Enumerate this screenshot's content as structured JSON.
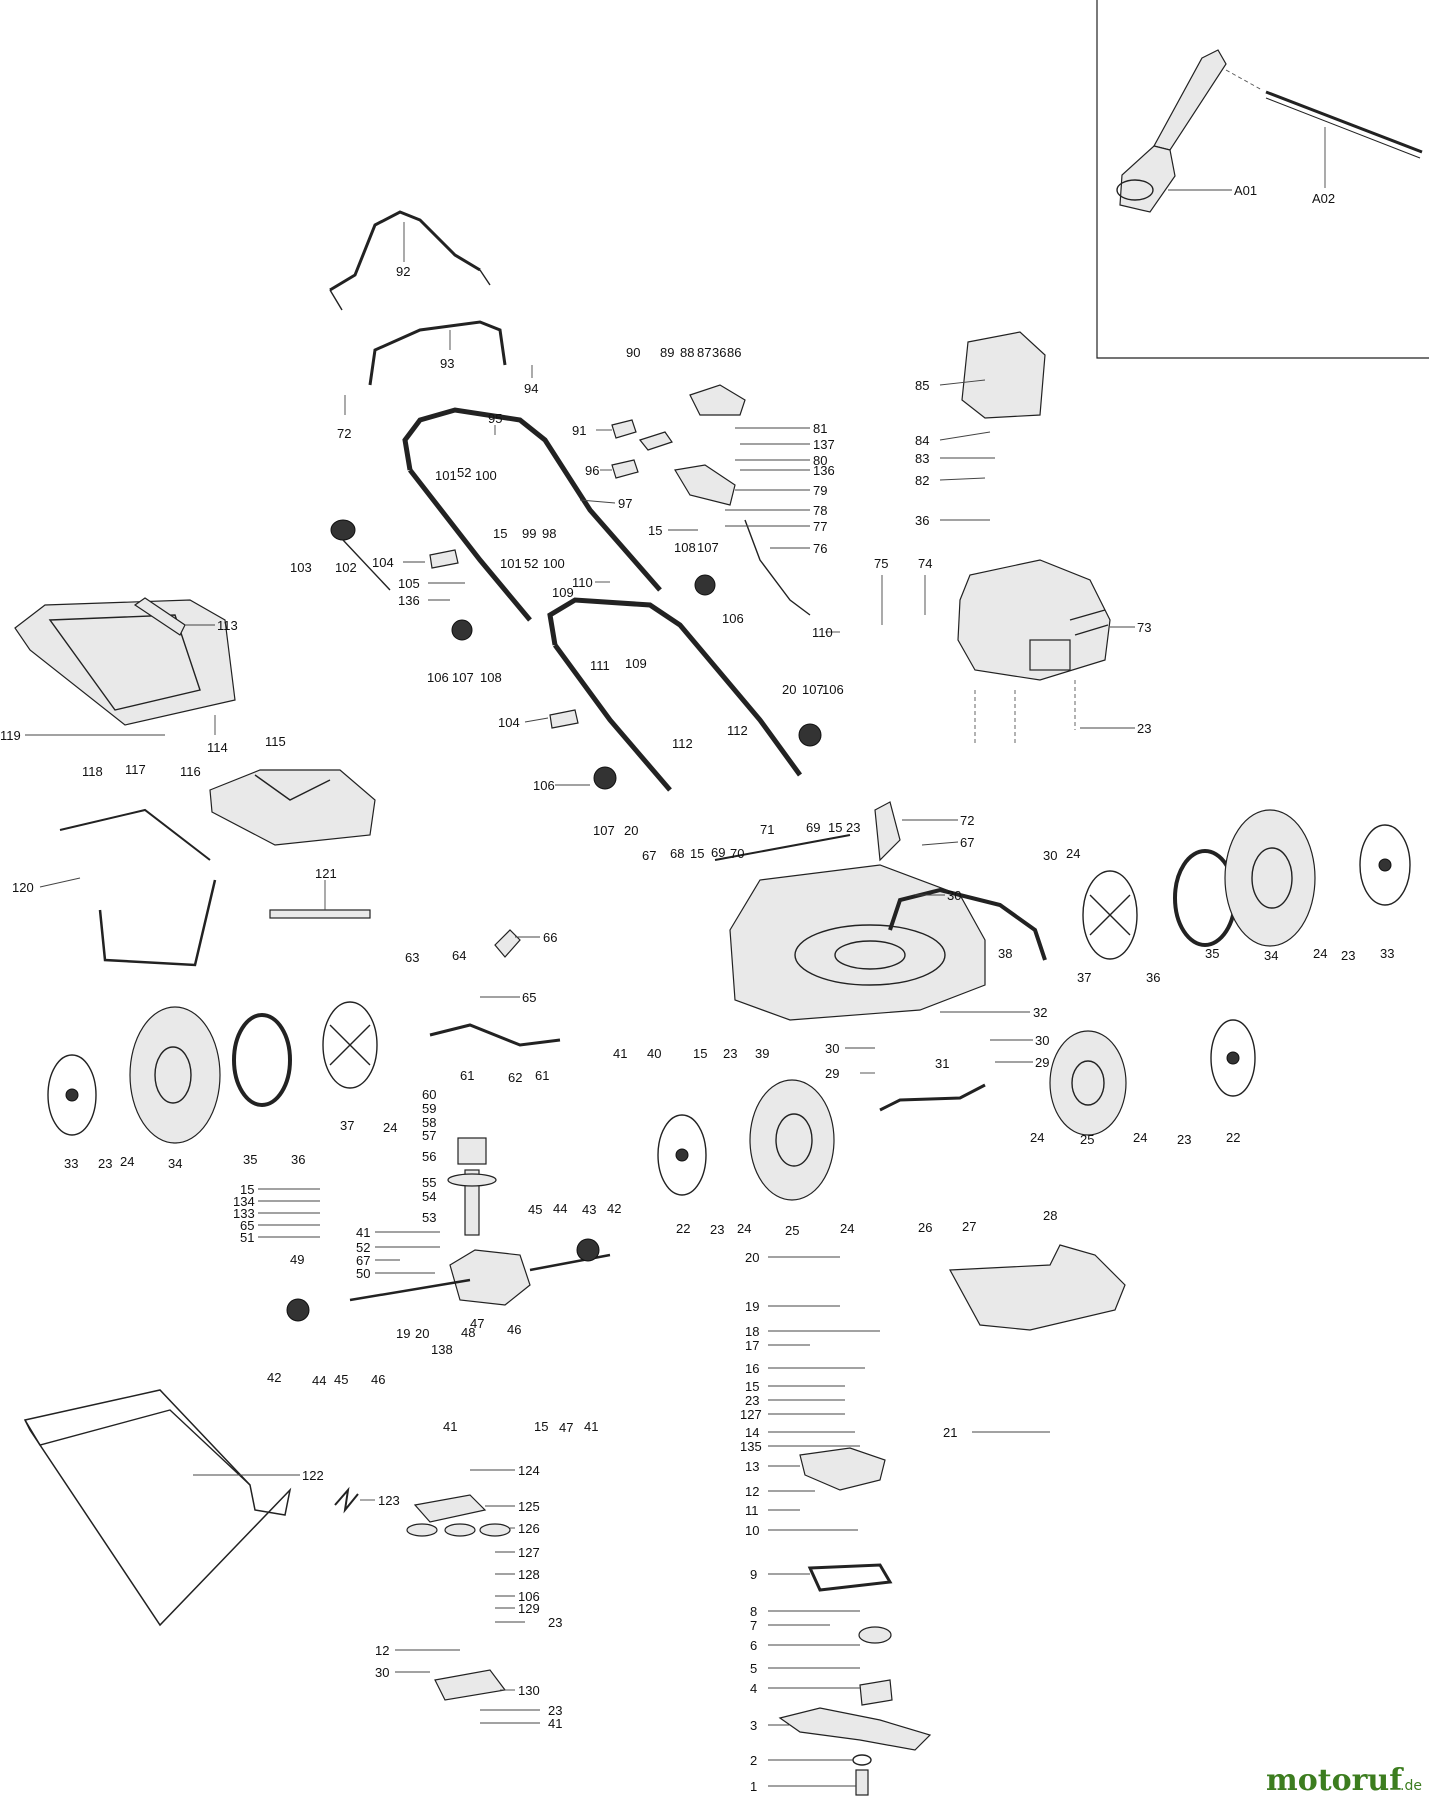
{
  "brand": {
    "name": "motoruf",
    "suffix": ".de",
    "color": "#3c7d1f"
  },
  "inset": {
    "label_a01": "A01",
    "label_a02": "A02"
  },
  "labels": {
    "l1": "92",
    "l2": "93",
    "l3": "94",
    "l4": "72",
    "l5": "95",
    "l6": "101",
    "l7": "52",
    "l8": "100",
    "l9": "15",
    "l10": "99",
    "l11": "98",
    "l12": "97",
    "l13": "103",
    "l14": "102",
    "l15": "104",
    "l16": "105",
    "l17": "136",
    "l18": "101",
    "l19": "52",
    "l20": "100",
    "l21": "109",
    "l22": "110",
    "l23": "106",
    "l24": "107",
    "l25": "108",
    "l26": "90",
    "l27": "89",
    "l28": "88",
    "l29": "87",
    "l30": "36",
    "l31": "86",
    "l32": "91",
    "l33": "81",
    "l34": "137",
    "l35": "80",
    "l36": "96",
    "l37": "136",
    "l38": "79",
    "l39": "78",
    "l40": "15",
    "l41": "77",
    "l42": "76",
    "l43": "108",
    "l44": "107",
    "l45": "110",
    "l46": "106",
    "l47": "85",
    "l48": "84",
    "l49": "83",
    "l50": "82",
    "l51": "36",
    "l52": "75",
    "l53": "74",
    "l54": "73",
    "l55": "110",
    "l56": "23",
    "l57": "113",
    "l58": "114",
    "l59": "119",
    "l60": "118",
    "l61": "117",
    "l62": "116",
    "l63": "120",
    "l64": "115",
    "l65": "121",
    "l66": "111",
    "l67": "109",
    "l68": "104",
    "l69": "112",
    "l70": "112",
    "l71": "20",
    "l72": "107",
    "l73": "106",
    "l74": "106",
    "l75": "107",
    "l76": "20",
    "l77": "71",
    "l78": "69",
    "l79": "15",
    "l80": "23",
    "l81": "72",
    "l82": "67",
    "l83": "67",
    "l84": "68",
    "l85": "15",
    "l86": "69",
    "l87": "70",
    "l88": "30",
    "l89": "30",
    "l90": "24",
    "l91": "38",
    "l92": "37",
    "l93": "36",
    "l94": "35",
    "l95": "34",
    "l96": "24",
    "l97": "23",
    "l98": "33",
    "l99": "63",
    "l100": "64",
    "l101": "66",
    "l102": "65",
    "l103": "41",
    "l104": "40",
    "l105": "15",
    "l106": "23",
    "l107": "39",
    "l108": "32",
    "l109": "61",
    "l110": "62",
    "l111": "61",
    "l112": "33",
    "l113": "23",
    "l114": "24",
    "l115": "34",
    "l116": "35",
    "l117": "36",
    "l118": "37",
    "l119": "24",
    "l120": "30",
    "l121": "30",
    "l122": "29",
    "l123": "29",
    "l124": "31",
    "l125": "24",
    "l126": "25",
    "l127": "24",
    "l128": "23",
    "l129": "22",
    "l130": "22",
    "l131": "23",
    "l132": "24",
    "l133": "25",
    "l134": "24",
    "l135": "26",
    "l136": "27",
    "l137": "60",
    "l138": "59",
    "l139": "58",
    "l140": "57",
    "l141": "56",
    "l142": "55",
    "l143": "54",
    "l144": "53",
    "l145": "15",
    "l146": "134",
    "l147": "133",
    "l148": "65",
    "l149": "51",
    "l150": "41",
    "l151": "52",
    "l152": "67",
    "l153": "50",
    "l154": "45",
    "l155": "44",
    "l156": "43",
    "l157": "42",
    "l158": "49",
    "l159": "42",
    "l160": "44",
    "l161": "45",
    "l162": "46",
    "l163": "19",
    "l164": "20",
    "l165": "48",
    "l166": "138",
    "l167": "46",
    "l168": "47",
    "l169": "41",
    "l170": "15",
    "l171": "47",
    "l172": "41",
    "l173": "28",
    "l174": "21",
    "l175": "20",
    "l176": "19",
    "l177": "18",
    "l178": "17",
    "l179": "16",
    "l180": "15",
    "l181": "23",
    "l182": "127",
    "l183": "14",
    "l184": "135",
    "l185": "13",
    "l186": "12",
    "l187": "11",
    "l188": "10",
    "l189": "9",
    "l190": "8",
    "l191": "7",
    "l192": "6",
    "l193": "5",
    "l194": "4",
    "l195": "3",
    "l196": "2",
    "l197": "1",
    "l198": "122",
    "l199": "123",
    "l200": "124",
    "l201": "125",
    "l202": "126",
    "l203": "127",
    "l204": "128",
    "l205": "106",
    "l206": "129",
    "l207": "23",
    "l208": "12",
    "l209": "30",
    "l210": "130",
    "l211": "23",
    "l212": "41"
  },
  "colors": {
    "line": "#222222",
    "background": "#ffffff"
  }
}
